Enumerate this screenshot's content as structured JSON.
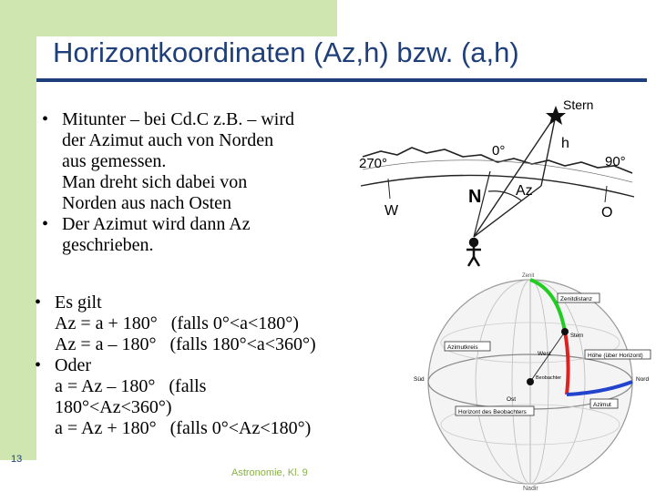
{
  "slide": {
    "title": "Horizontkoordinaten (Az,h) bzw. (a,h)",
    "page_number": "13",
    "footer": "Astronomie, Kl. 9"
  },
  "bullets_top": [
    {
      "lines": [
        "Mitunter – bei Cd.C z.B. – wird",
        "der Azimut auch von Norden",
        "aus gemessen.",
        "Man dreht sich dabei von",
        "Norden aus nach Osten"
      ]
    },
    {
      "lines": [
        "Der Azimut wird dann Az",
        "geschrieben."
      ]
    }
  ],
  "bullets_bottom": [
    {
      "lines": [
        "Es gilt",
        "Az = a + 180°   (falls 0°<a<180°)",
        "Az = a – 180°   (falls 180°<a<360°)"
      ]
    },
    {
      "lines": [
        "Oder",
        "a = Az – 180°   (falls",
        "180°<Az<360°)",
        "a = Az + 180°   (falls 0°<Az<180°)"
      ]
    }
  ],
  "horizon_figure": {
    "star": "Stern",
    "altitude": "h",
    "zero_deg": "0°",
    "deg_270": "270°",
    "deg_90": "90°",
    "north": "N",
    "azimuth": "Az",
    "west": "W",
    "east": "O"
  },
  "sphere_figure": {
    "zenith": "Zenit",
    "nadir": "Nadir",
    "zenith_distance": "Zenitdistanz",
    "star": "Stern",
    "azimuth_circle": "Azimutkreis",
    "height": "Höhe (über Horizont)",
    "west": "West",
    "observer": "Beobachter",
    "south": "Süd",
    "north": "Nord",
    "east": "Ost",
    "azimuth": "Azimut",
    "horizon": "Horizont des Beobachters"
  },
  "colors": {
    "title": "#1f3f7a",
    "green_block": "#cfe6b0",
    "zenith_arc": "#22cc22",
    "height_arc": "#dd2222",
    "azimuth_arc": "#2244cc"
  }
}
